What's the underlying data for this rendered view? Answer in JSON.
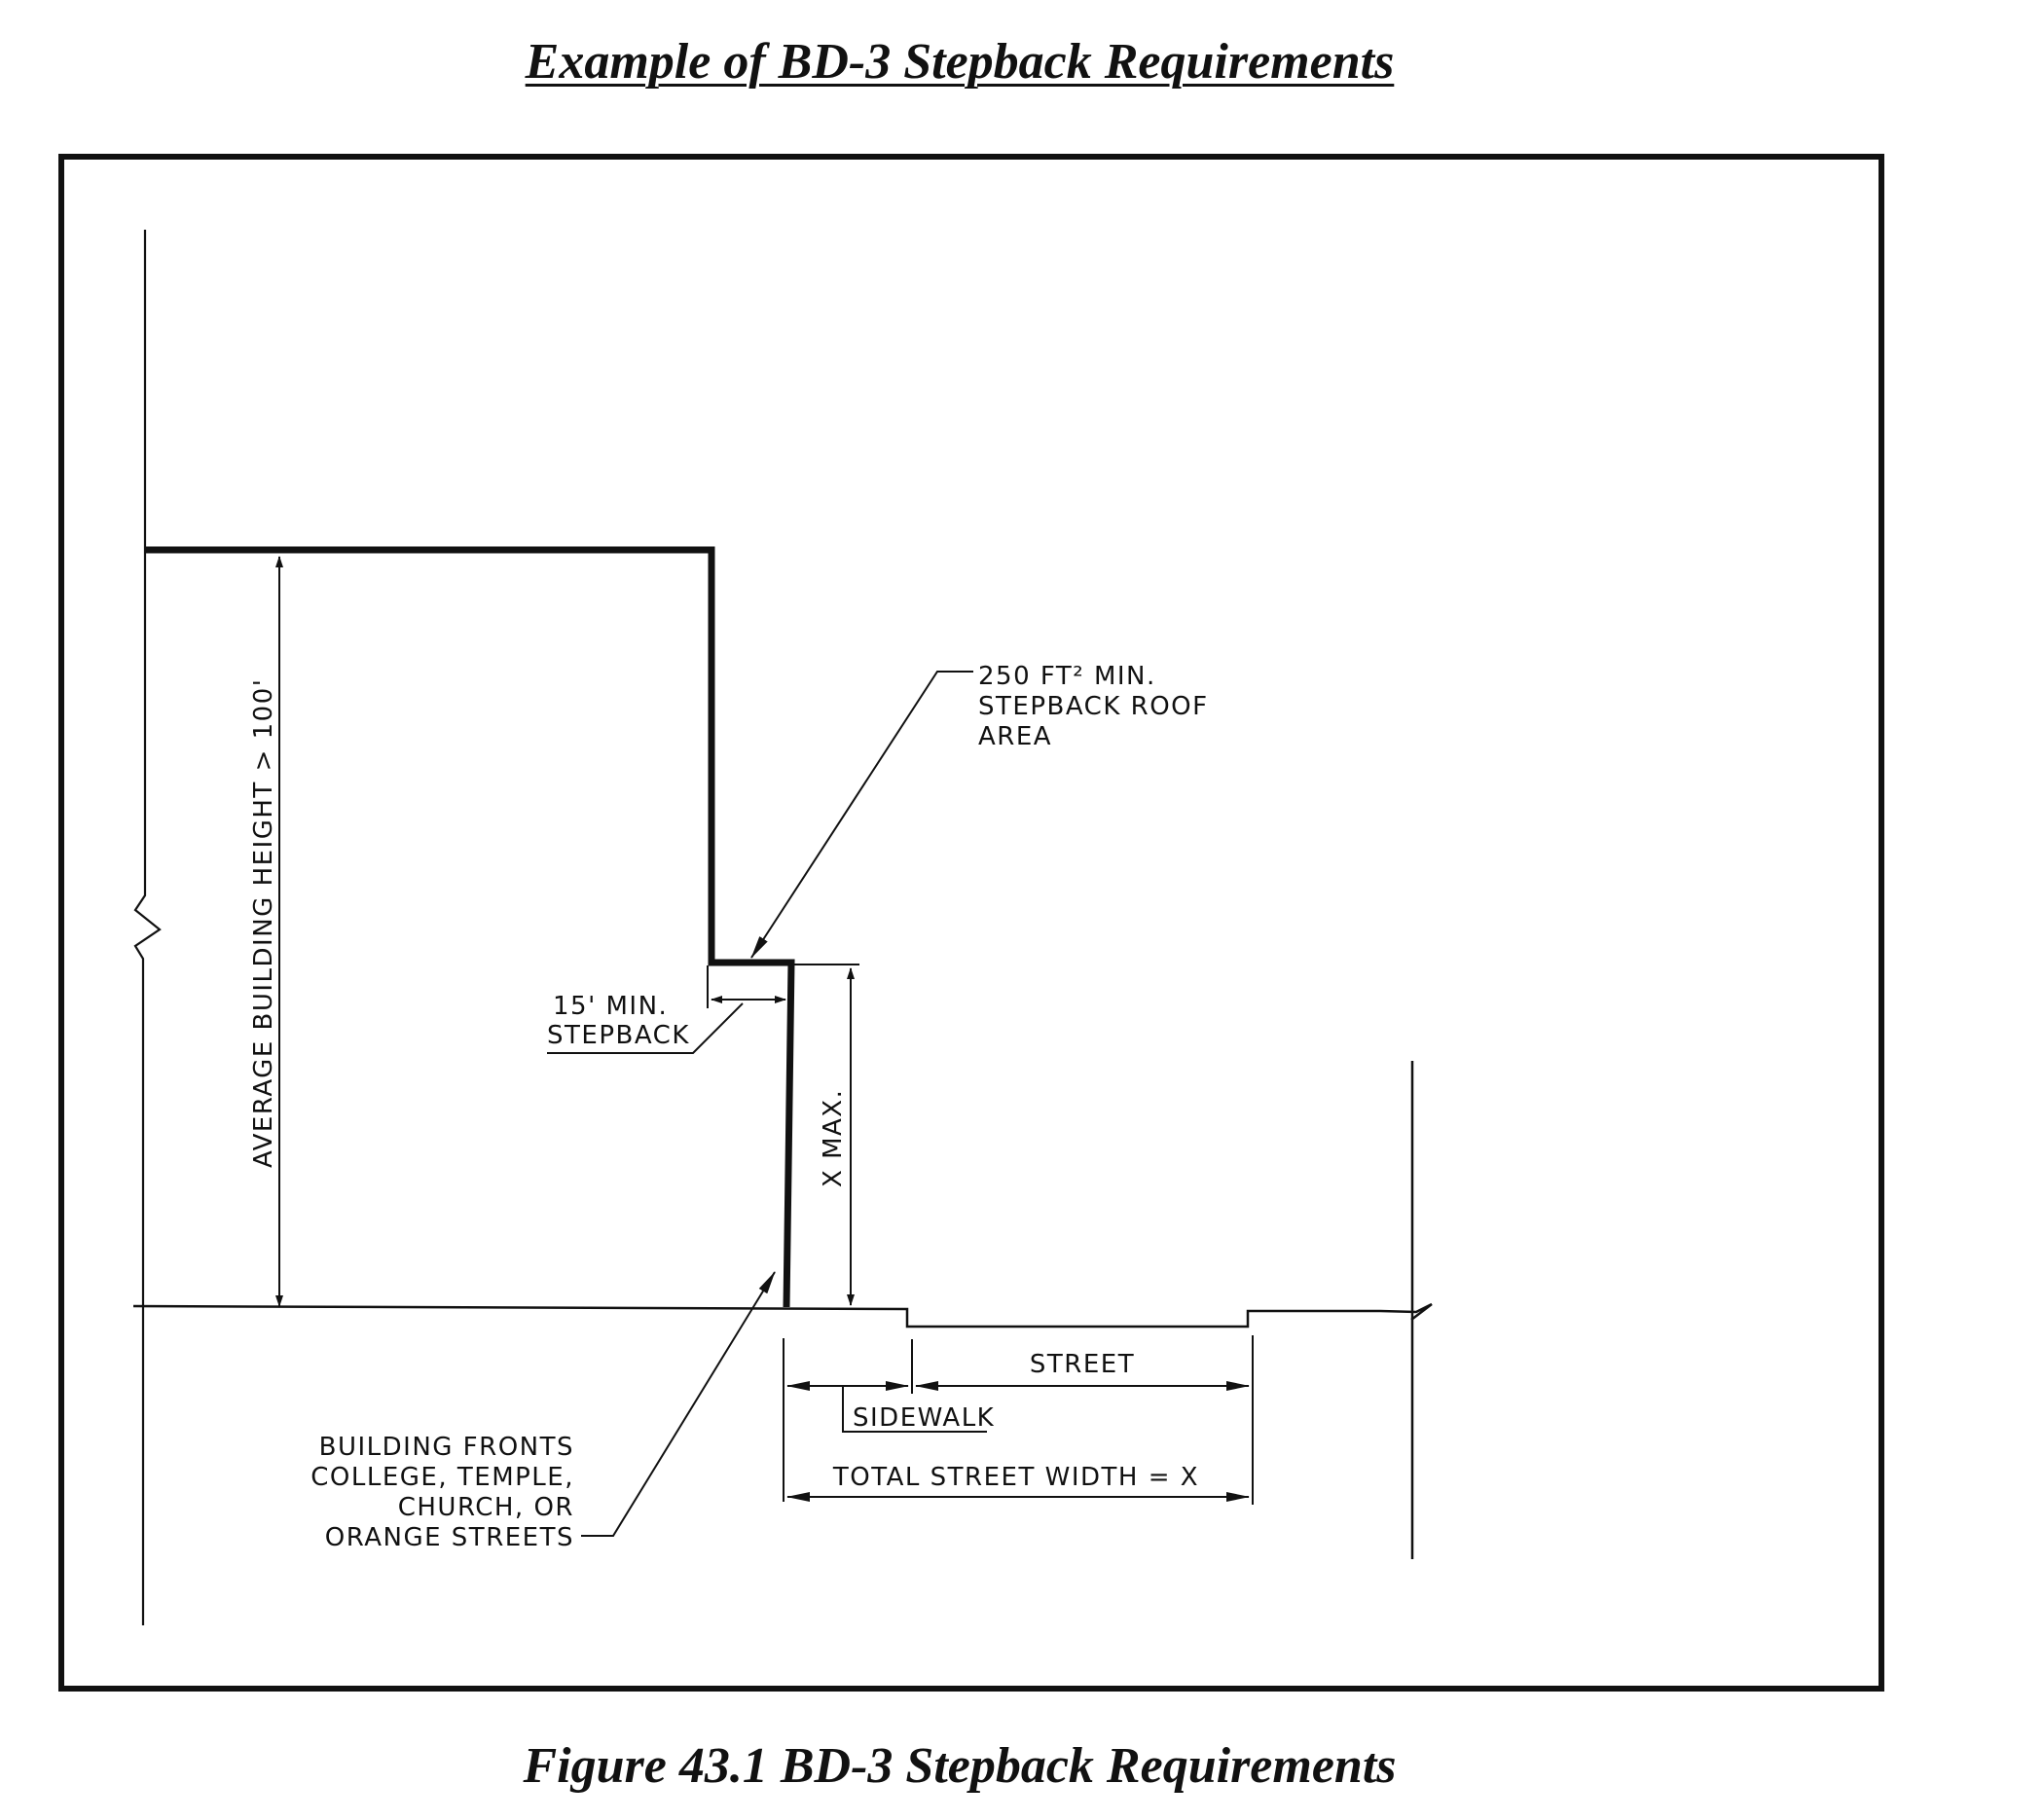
{
  "page": {
    "title": "Example of BD-3 Stepback Requirements",
    "caption": "Figure 43.1 BD-3 Stepback Requirements"
  },
  "diagram": {
    "label_avg_height": "AVERAGE BUILDING HEIGHT > 100'",
    "label_roof_area": [
      "250 FT² MIN.",
      "STEPBACK ROOF",
      "AREA"
    ],
    "label_stepback": [
      "15' MIN.",
      "STEPBACK"
    ],
    "label_x_max": "X MAX.",
    "label_street": "STREET",
    "label_sidewalk": "SIDEWALK",
    "label_total_width": "TOTAL STREET WIDTH = X",
    "label_building_fronts": [
      "BUILDING FRONTS",
      "COLLEGE, TEMPLE,",
      "CHURCH, OR",
      "ORANGE STREETS"
    ]
  },
  "colors": {
    "ink": "#111111",
    "background": "#ffffff"
  }
}
